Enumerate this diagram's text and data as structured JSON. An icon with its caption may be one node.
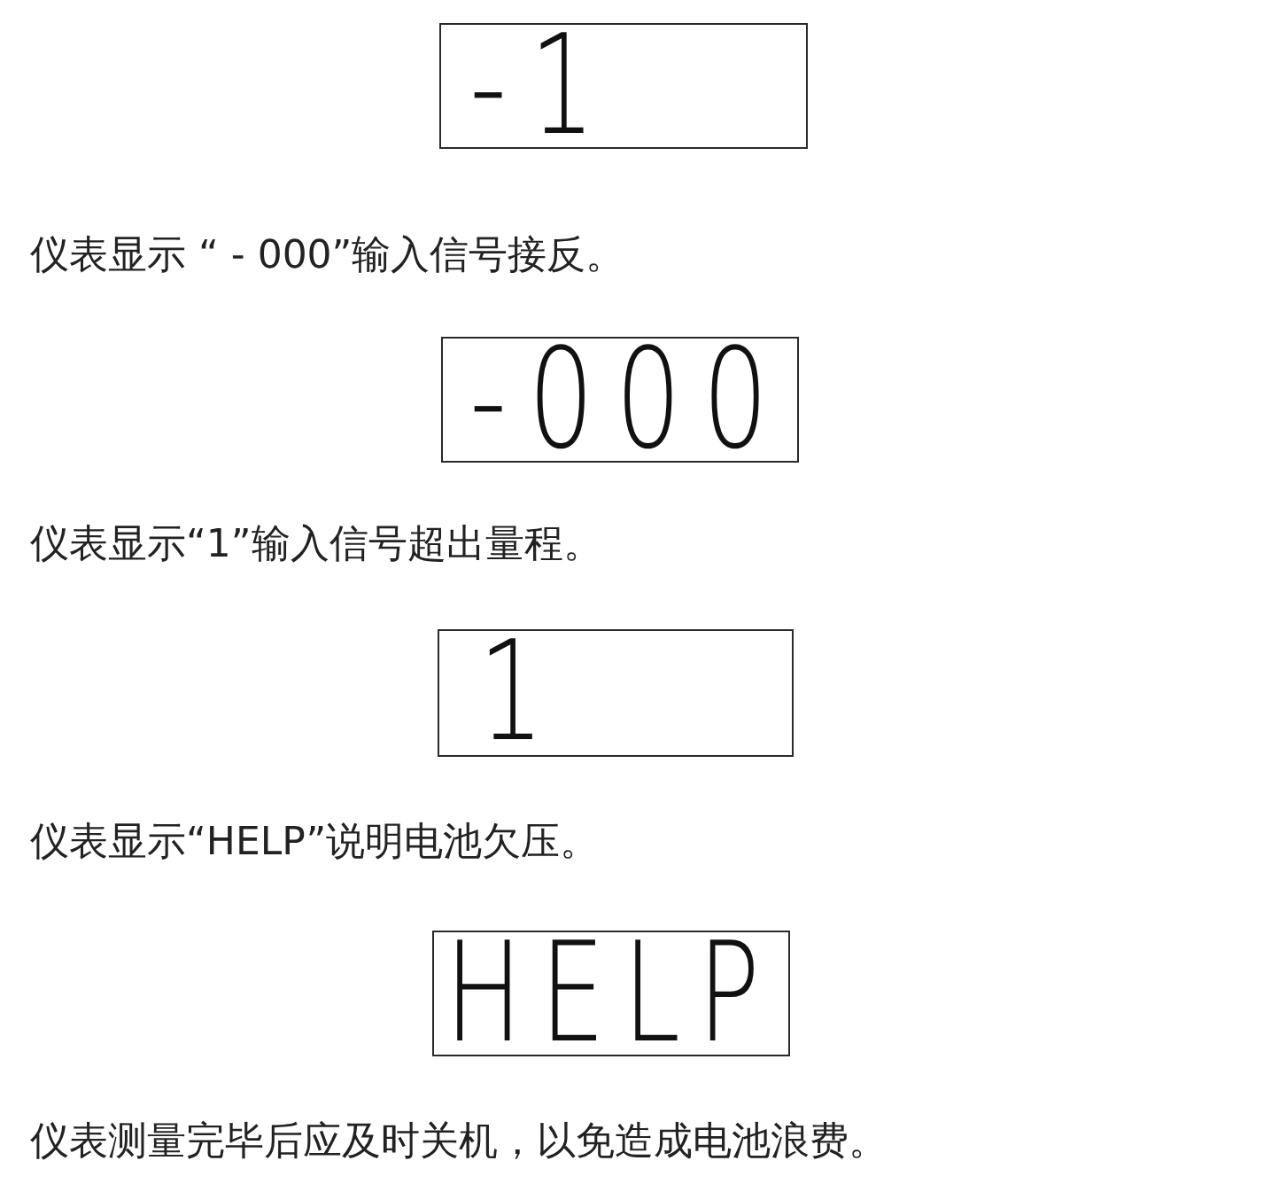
{
  "diagram": {
    "nodes": [
      {
        "text": [
          "-1"
        ]
      },
      {
        "text": [
          "-000"
        ]
      },
      {
        "text": [
          "1"
        ]
      },
      {
        "text": [
          "HELP"
        ]
      }
    ],
    "labels": [
      "仪表显示 “ - 000”输入信号接反。",
      "仪表显示“1”输入信号超出量程。",
      "仪表显示“HELP”说明电池欠压。",
      "仪表测量完毕后应及时关机，以免造成电池浪费。"
    ]
  }
}
